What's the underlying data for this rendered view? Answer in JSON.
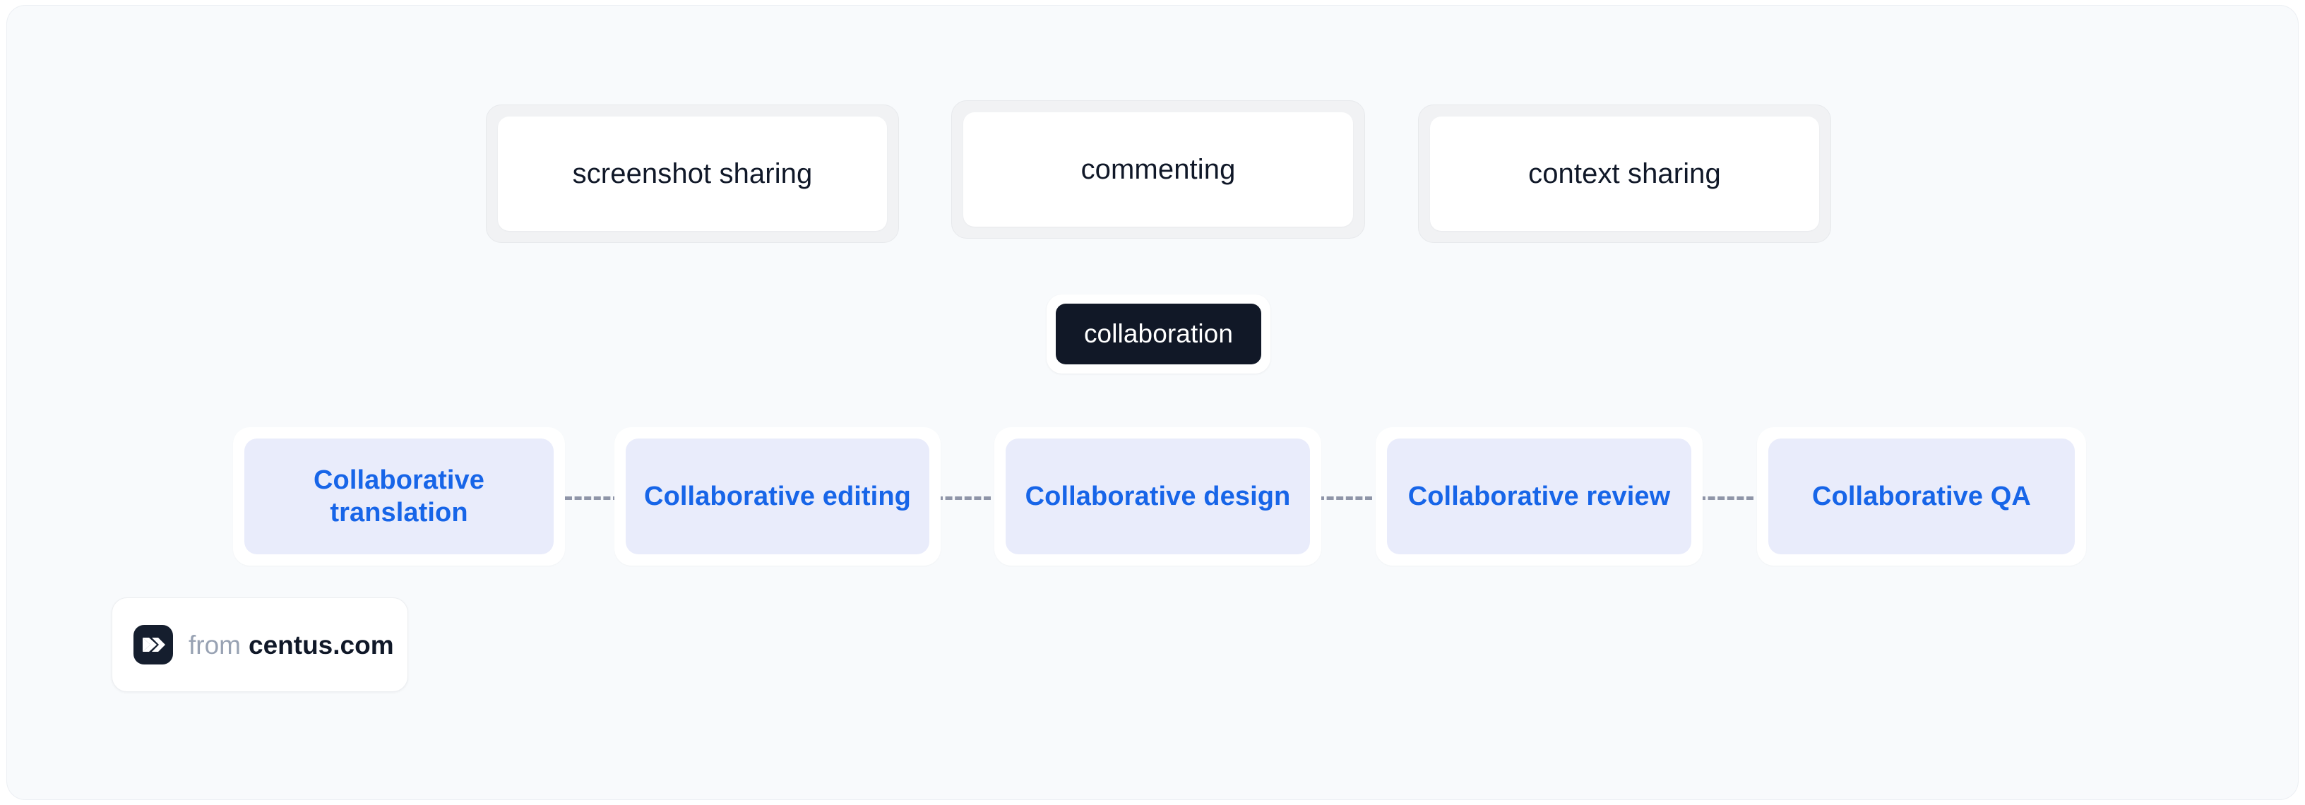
{
  "diagram": {
    "title": "collaboration",
    "type": "hierarchy-flow",
    "background_color": "#f8fafc"
  },
  "top_row": {
    "items": [
      {
        "label": "screenshot sharing"
      },
      {
        "label": "commenting"
      },
      {
        "label": "context sharing"
      }
    ],
    "style": {
      "shell_color": "#f1f2f4",
      "card_color": "#ffffff",
      "text_color": "#101828"
    }
  },
  "center_node": {
    "label": "collaboration",
    "style": {
      "shell_color": "#ffffff",
      "card_color": "#111827",
      "text_color": "#ffffff"
    }
  },
  "bottom_row": {
    "items": [
      {
        "label": "Collaborative translation"
      },
      {
        "label": "Collaborative editing"
      },
      {
        "label": "Collaborative design"
      },
      {
        "label": "Collaborative review"
      },
      {
        "label": "Collaborative QA"
      }
    ],
    "style": {
      "shell_color": "#ffffff",
      "card_color": "#e9ecfb",
      "text_color": "#1765e8"
    }
  },
  "connectors": {
    "style": "dashed",
    "color": "#8f95a8",
    "count": 4
  },
  "attribution": {
    "logo_icon": "double-chevron-icon",
    "prefix": "from",
    "domain": "centus.com"
  }
}
